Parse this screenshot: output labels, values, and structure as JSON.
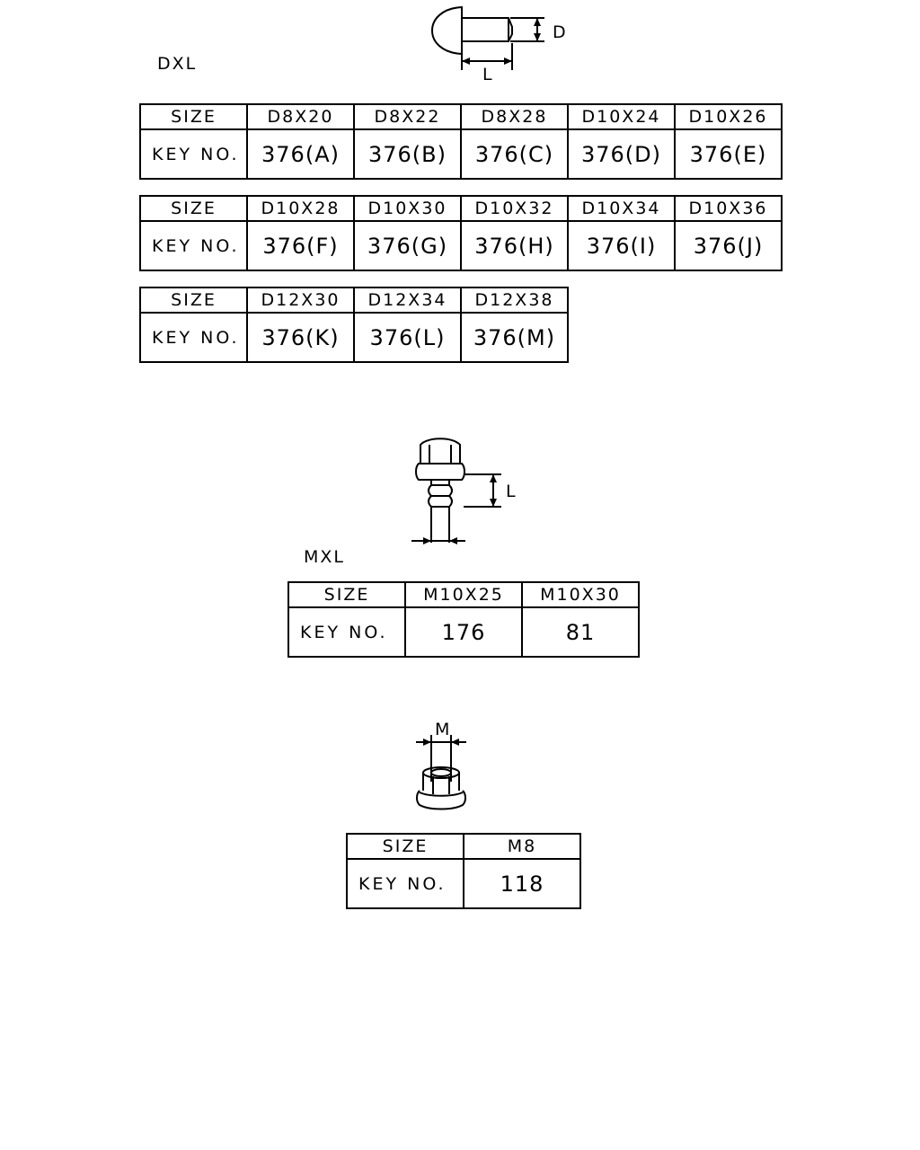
{
  "sections": {
    "dxl": {
      "label": "DXL",
      "dim_d": "D",
      "dim_l": "L",
      "tables": [
        {
          "header": "SIZE",
          "row_label": "KEY NO.",
          "sizes": [
            "D8X20",
            "D8X22",
            "D8X28",
            "D10X24",
            "D10X26"
          ],
          "keys": [
            "376(A)",
            "376(B)",
            "376(C)",
            "376(D)",
            "376(E)"
          ]
        },
        {
          "header": "SIZE",
          "row_label": "KEY NO.",
          "sizes": [
            "D10X28",
            "D10X30",
            "D10X32",
            "D10X34",
            "D10X36"
          ],
          "keys": [
            "376(F)",
            "376(G)",
            "376(H)",
            "376(I)",
            "376(J)"
          ]
        },
        {
          "header": "SIZE",
          "row_label": "KEY NO.",
          "sizes": [
            "D12X30",
            "D12X34",
            "D12X38"
          ],
          "keys": [
            "376(K)",
            "376(L)",
            "376(M)"
          ]
        }
      ]
    },
    "mxl": {
      "label": "MXL",
      "dim_l": "L",
      "table": {
        "header": "SIZE",
        "row_label": "KEY NO.",
        "sizes": [
          "M10X25",
          "M10X30"
        ],
        "keys": [
          "176",
          "81"
        ]
      }
    },
    "nut": {
      "dim_m": "M",
      "table": {
        "header": "SIZE",
        "row_label": "KEY NO.",
        "sizes": [
          "M8"
        ],
        "keys": [
          "118"
        ]
      }
    }
  }
}
